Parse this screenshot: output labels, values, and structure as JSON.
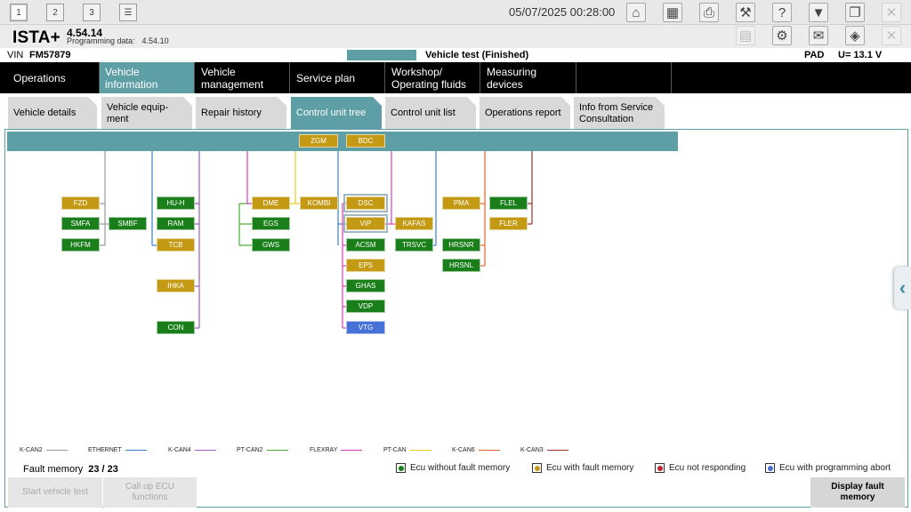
{
  "window_buttons": [
    "1",
    "2",
    "3"
  ],
  "datetime": "05/07/2025 00:28:00",
  "app": {
    "name": "ISTA+",
    "version": "4.54.14",
    "programming_data_label": "Programming data:",
    "programming_data_value": "4.54.10"
  },
  "vehicle": {
    "vin_label": "VIN",
    "vin": "FM57879",
    "test_status": "Vehicle test (Finished)",
    "interface": "PAD",
    "voltage": "U=  13.1 V"
  },
  "main_nav": [
    "Operations",
    "Vehicle information",
    "Vehicle management",
    "Service plan",
    "Workshop/ Operating fluids",
    "Measuring devices"
  ],
  "sub_tabs": [
    "Vehicle details",
    "Vehicle equip- ment",
    "Repair history",
    "Control unit tree",
    "Control unit list",
    "Operations report",
    "Info from Service Consultation"
  ],
  "ecus": {
    "zgm": "ZGM",
    "bdc": "BDC",
    "fzd": "FZD",
    "smfa": "SMFA",
    "hkfm": "HKFM",
    "smbf": "SMBF",
    "huh": "HU-H",
    "ram": "RAM",
    "tcb": "TCB",
    "ihka": "IHKA",
    "con": "CON",
    "dme": "DME",
    "egs": "EGS",
    "gws": "GWS",
    "kombi": "KOMBI",
    "dsc": "DSC",
    "vip": "VIP",
    "acsm": "ACSM",
    "eps": "EPS",
    "ghas": "GHAS",
    "vdp": "VDP",
    "vtg": "VTG",
    "kafas": "KAFAS",
    "trsvc": "TRSVC",
    "pma": "PMA",
    "hrsnr": "HRSNR",
    "hrsnl": "HRSNL",
    "flel": "FLEL",
    "fler": "FLER"
  },
  "bus_legend": [
    {
      "name": "K-CAN2",
      "color": "#9a9a9a"
    },
    {
      "name": "ETHERNET",
      "color": "#3a7fd0"
    },
    {
      "name": "K-CAN4",
      "color": "#9a5bc8"
    },
    {
      "name": "PT-CAN2",
      "color": "#4aa832"
    },
    {
      "name": "FLEXRAY",
      "color": "#d43fb8"
    },
    {
      "name": "PT-CAN",
      "color": "#e8cc20"
    },
    {
      "name": "K-CAN6",
      "color": "#e8622a"
    },
    {
      "name": "K-CAN3",
      "color": "#a03028"
    }
  ],
  "fault_memory": {
    "label": "Fault memory",
    "value": "23 / 23"
  },
  "status_legend": [
    {
      "label": "Ecu without fault memory",
      "color": "#1a7f1a"
    },
    {
      "label": "Ecu with fault memory",
      "color": "#c49a14"
    },
    {
      "label": "Ecu not responding",
      "color": "#c0202a"
    },
    {
      "label": "Ecu with programming abort",
      "color": "#4671d8"
    }
  ],
  "buttons": {
    "start_vehicle_test": "Start vehicle test",
    "call_up_ecu_functions": "Call up ECU functions",
    "display_fault_memory": "Display fault memory"
  }
}
